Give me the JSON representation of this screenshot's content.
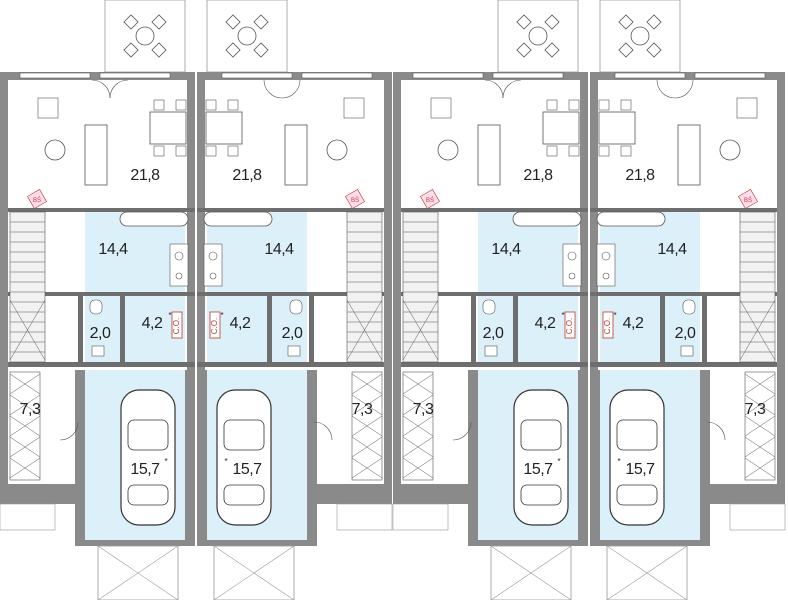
{
  "plan": {
    "units": [
      {
        "id": "unit-1",
        "mirrored": false
      },
      {
        "id": "unit-2",
        "mirrored": true
      },
      {
        "id": "unit-3",
        "mirrored": false
      },
      {
        "id": "unit-4",
        "mirrored": true
      }
    ],
    "areas": {
      "living": "21,8",
      "kitchen": "14,4",
      "boiler": "4,2",
      "wc": "2,0",
      "hall": "7,3",
      "garage": "15,7"
    },
    "asterisk": "*",
    "co_label": "C.O.",
    "fireplace_label": "BŚ"
  },
  "colors": {
    "wall": "#8a8a8a",
    "wall_dark": "#6e6e6e",
    "fill_blue": "#dcf0fa",
    "line": "#555555",
    "accent_red": "#c0392b"
  }
}
